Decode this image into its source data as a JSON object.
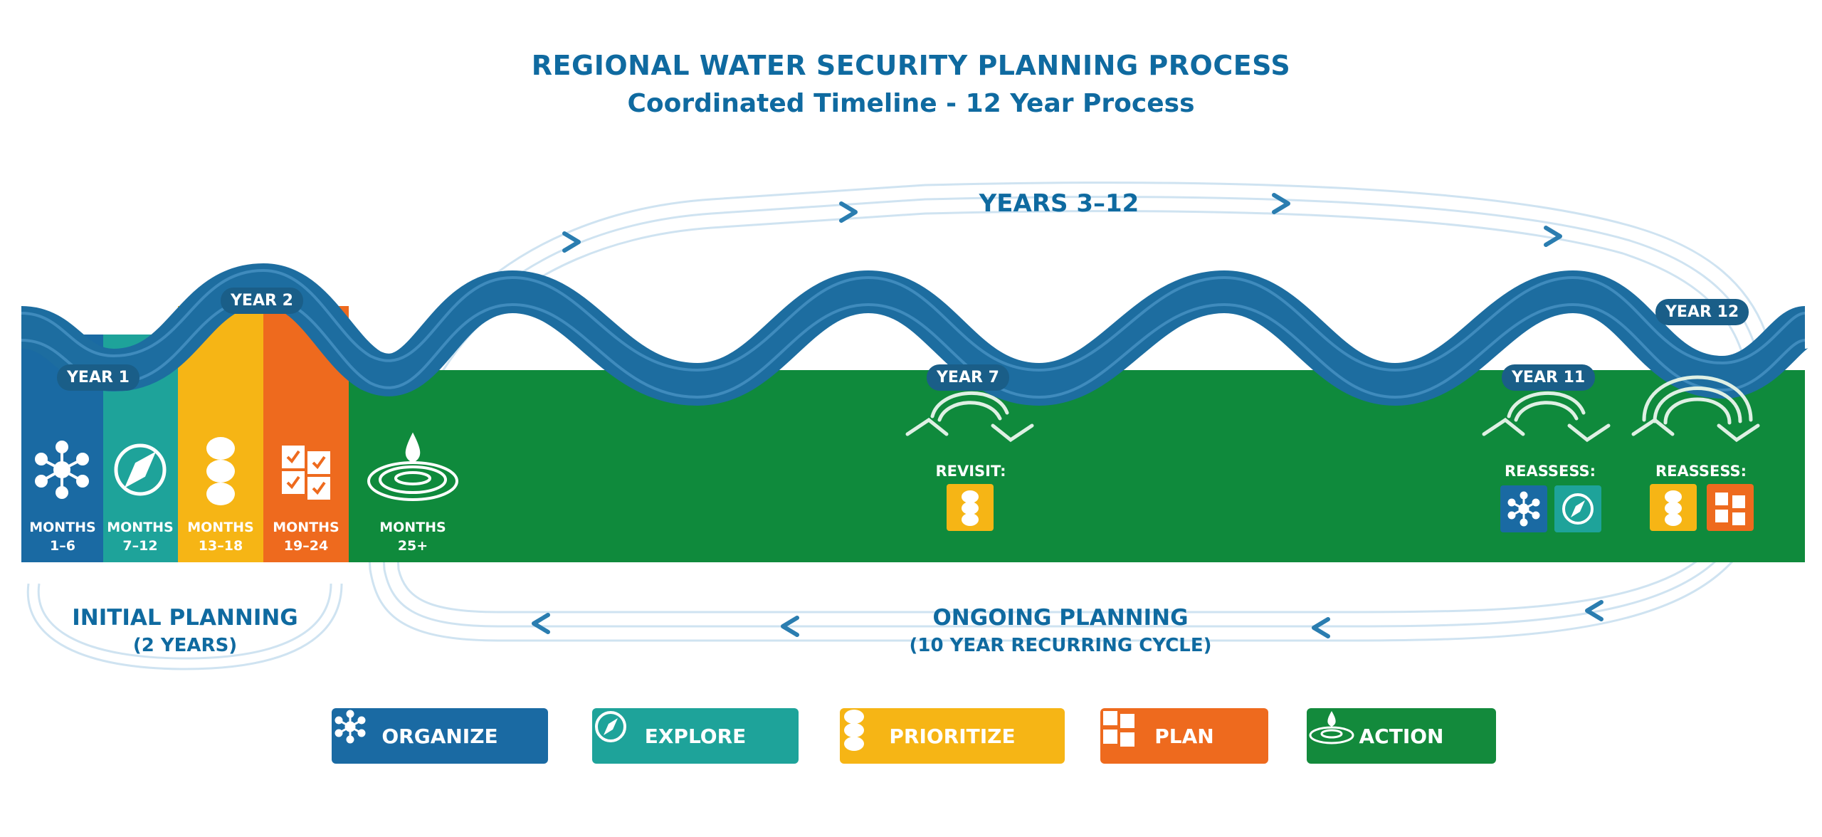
{
  "header": {
    "title": "REGIONAL WATER SECURITY PLANNING PROCESS",
    "subtitle": "Coordinated Timeline - 12 Year Process"
  },
  "years_label": "YEARS 3–12",
  "year_pills": {
    "year1": "YEAR 1",
    "year2": "YEAR 2",
    "year7": "YEAR 7",
    "year11": "YEAR 11",
    "year12": "YEAR 12"
  },
  "months": [
    {
      "line1": "MONTHS",
      "line2": "1–6"
    },
    {
      "line1": "MONTHS",
      "line2": "7–12"
    },
    {
      "line1": "MONTHS",
      "line2": "13–18"
    },
    {
      "line1": "MONTHS",
      "line2": "19–24"
    },
    {
      "line1": "MONTHS",
      "line2": "25+"
    }
  ],
  "revisit_label": "REVISIT:",
  "reassess_label_1": "REASSESS:",
  "reassess_label_2": "REASSESS:",
  "initial_planning": {
    "title": "INITIAL PLANNING",
    "sub": "(2 YEARS)"
  },
  "ongoing_planning": {
    "title": "ONGOING PLANNING",
    "sub": "(10 YEAR RECURRING CYCLE)"
  },
  "legend": [
    {
      "label": "ORGANIZE",
      "icon": "network-icon",
      "color": "#1a6aa3"
    },
    {
      "label": "EXPLORE",
      "icon": "compass-icon",
      "color": "#1ea39a"
    },
    {
      "label": "PRIORITIZE",
      "icon": "stacked-coins-icon",
      "color": "#f6b515"
    },
    {
      "label": "PLAN",
      "icon": "checklist-icon",
      "color": "#ee6a1e"
    },
    {
      "label": "ACTION",
      "icon": "water-drop-icon",
      "color": "#138a3c"
    }
  ],
  "colors": {
    "organize": "#1a6aa3",
    "explore": "#1ea39a",
    "prioritize": "#f6b515",
    "plan": "#ee6a1e",
    "action": "#0f8a3c",
    "text_blue": "#0f6aa0",
    "wave": "#1d6da0"
  }
}
